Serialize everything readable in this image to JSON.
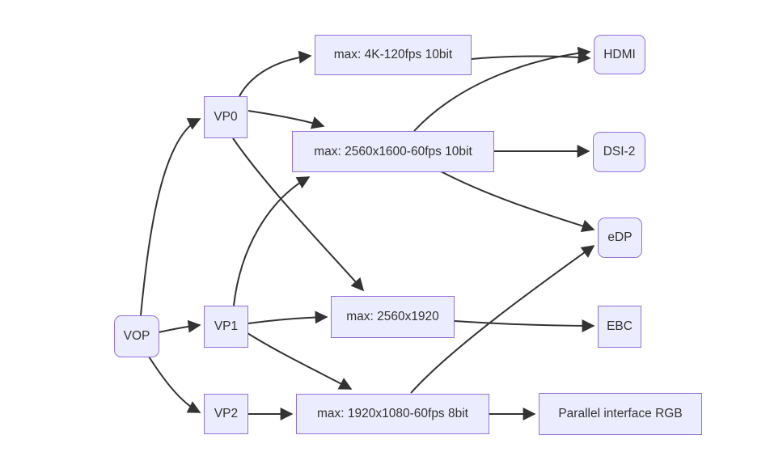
{
  "diagram": {
    "type": "flowchart",
    "direction": "left-to-right",
    "colors": {
      "node_fill": "#ECECFF",
      "node_border": "#9370DB",
      "edge": "#333333",
      "text": "#333333",
      "background": "#ffffff"
    },
    "nodes": {
      "vop": "VOP",
      "vp0": "VP0",
      "vp1": "VP1",
      "vp2": "VP2",
      "max_4k": "max: 4K-120fps 10bit",
      "max_2560x1600": "max: 2560x1600-60fps 10bit",
      "max_2560x1920": "max: 2560x1920",
      "max_1920x1080": "max: 1920x1080-60fps 8bit",
      "hdmi": "HDMI",
      "dsi2": "DSI-2",
      "edp": "eDP",
      "ebc": "EBC",
      "parallel_rgb": "Parallel interface RGB"
    },
    "edges": [
      {
        "from": "VOP",
        "to": "VP0"
      },
      {
        "from": "VOP",
        "to": "VP1"
      },
      {
        "from": "VOP",
        "to": "VP2"
      },
      {
        "from": "VP0",
        "to": "max: 4K-120fps 10bit"
      },
      {
        "from": "VP0",
        "to": "max: 2560x1600-60fps 10bit"
      },
      {
        "from": "VP0",
        "to": "max: 2560x1920"
      },
      {
        "from": "VP1",
        "to": "max: 2560x1600-60fps 10bit"
      },
      {
        "from": "VP1",
        "to": "max: 2560x1920"
      },
      {
        "from": "VP1",
        "to": "max: 1920x1080-60fps 8bit"
      },
      {
        "from": "VP2",
        "to": "max: 1920x1080-60fps 8bit"
      },
      {
        "from": "max: 4K-120fps 10bit",
        "to": "HDMI"
      },
      {
        "from": "max: 2560x1600-60fps 10bit",
        "to": "HDMI"
      },
      {
        "from": "max: 2560x1600-60fps 10bit",
        "to": "DSI-2"
      },
      {
        "from": "max: 2560x1600-60fps 10bit",
        "to": "eDP"
      },
      {
        "from": "max: 2560x1920",
        "to": "EBC"
      },
      {
        "from": "max: 1920x1080-60fps 8bit",
        "to": "eDP"
      },
      {
        "from": "max: 1920x1080-60fps 8bit",
        "to": "Parallel interface RGB"
      }
    ]
  }
}
